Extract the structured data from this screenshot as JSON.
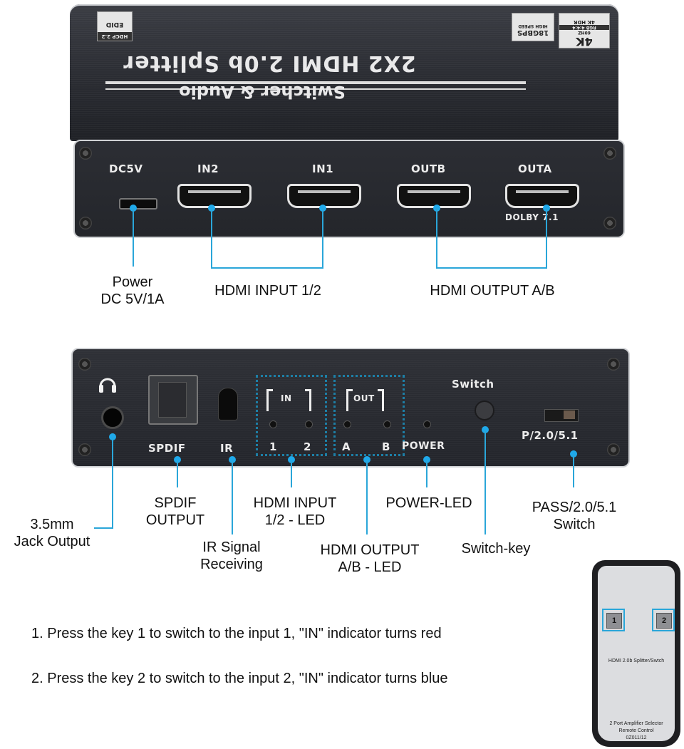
{
  "top_device": {
    "title": "2X2 HDMI 2.0b Splitter",
    "subtitle": "Switcher & Audio",
    "badges": {
      "left_top": "EDID",
      "left_bottom": "HDCP 2.2",
      "speed_big": "18GBPS",
      "speed_small": "HIGH SPEED",
      "res_big": "4K",
      "res_hz": "60HZ",
      "res_rgb": "RGB 4:4:4",
      "res_hdr": "4K HDR"
    },
    "ports": [
      {
        "id": "dc",
        "label": "DC5V"
      },
      {
        "id": "in2",
        "label": "IN2"
      },
      {
        "id": "in1",
        "label": "IN1"
      },
      {
        "id": "outb",
        "label": "OUTB"
      },
      {
        "id": "outa",
        "label": "OUTA"
      }
    ],
    "dolby_label": "DOLBY 7.1",
    "callouts": {
      "power_line1": "Power",
      "power_line2": "DC 5V/1A",
      "hdmi_input": "HDMI INPUT 1/2",
      "hdmi_output": "HDMI OUTPUT A/B"
    }
  },
  "bottom_device": {
    "labels": {
      "spdif": "SPDIF",
      "ir": "IR",
      "in_box": "IN",
      "in_1": "1",
      "in_2": "2",
      "out_box": "OUT",
      "out_a": "A",
      "out_b": "B",
      "power": "POWER",
      "switch": "Switch",
      "mode": "P/2.0/5.1"
    },
    "callouts": {
      "jack_line1": "3.5mm",
      "jack_line2": "Jack Output",
      "spdif_line1": "SPDIF",
      "spdif_line2": "OUTPUT",
      "ir_line1": "IR Signal",
      "ir_line2": "Receiving",
      "input_led_line1": "HDMI INPUT",
      "input_led_line2": "1/2 - LED",
      "output_led_line1": "HDMI OUTPUT",
      "output_led_line2": "A/B - LED",
      "power_led": "POWER-LED",
      "switch_key": "Switch-key",
      "mode_line1": "PASS/2.0/5.1",
      "mode_line2": "Switch"
    }
  },
  "instructions": [
    "1. Press the key 1 to switch to the input 1, \"IN\" indicator turns red",
    "2. Press the key 2 to switch to the input 2, \"IN\" indicator turns blue"
  ],
  "remote": {
    "key1": "1",
    "key2": "2",
    "model_text": "HDMI 2.0b Splitter/Swtch",
    "footer_line1": "2 Port Amplifier Selector",
    "footer_line2": "Remote Control",
    "footer_line3": "0Z011/12"
  },
  "colors": {
    "accent": "#2aa6d9",
    "dot": "#1fa9ea",
    "device": "#2a2c32"
  }
}
